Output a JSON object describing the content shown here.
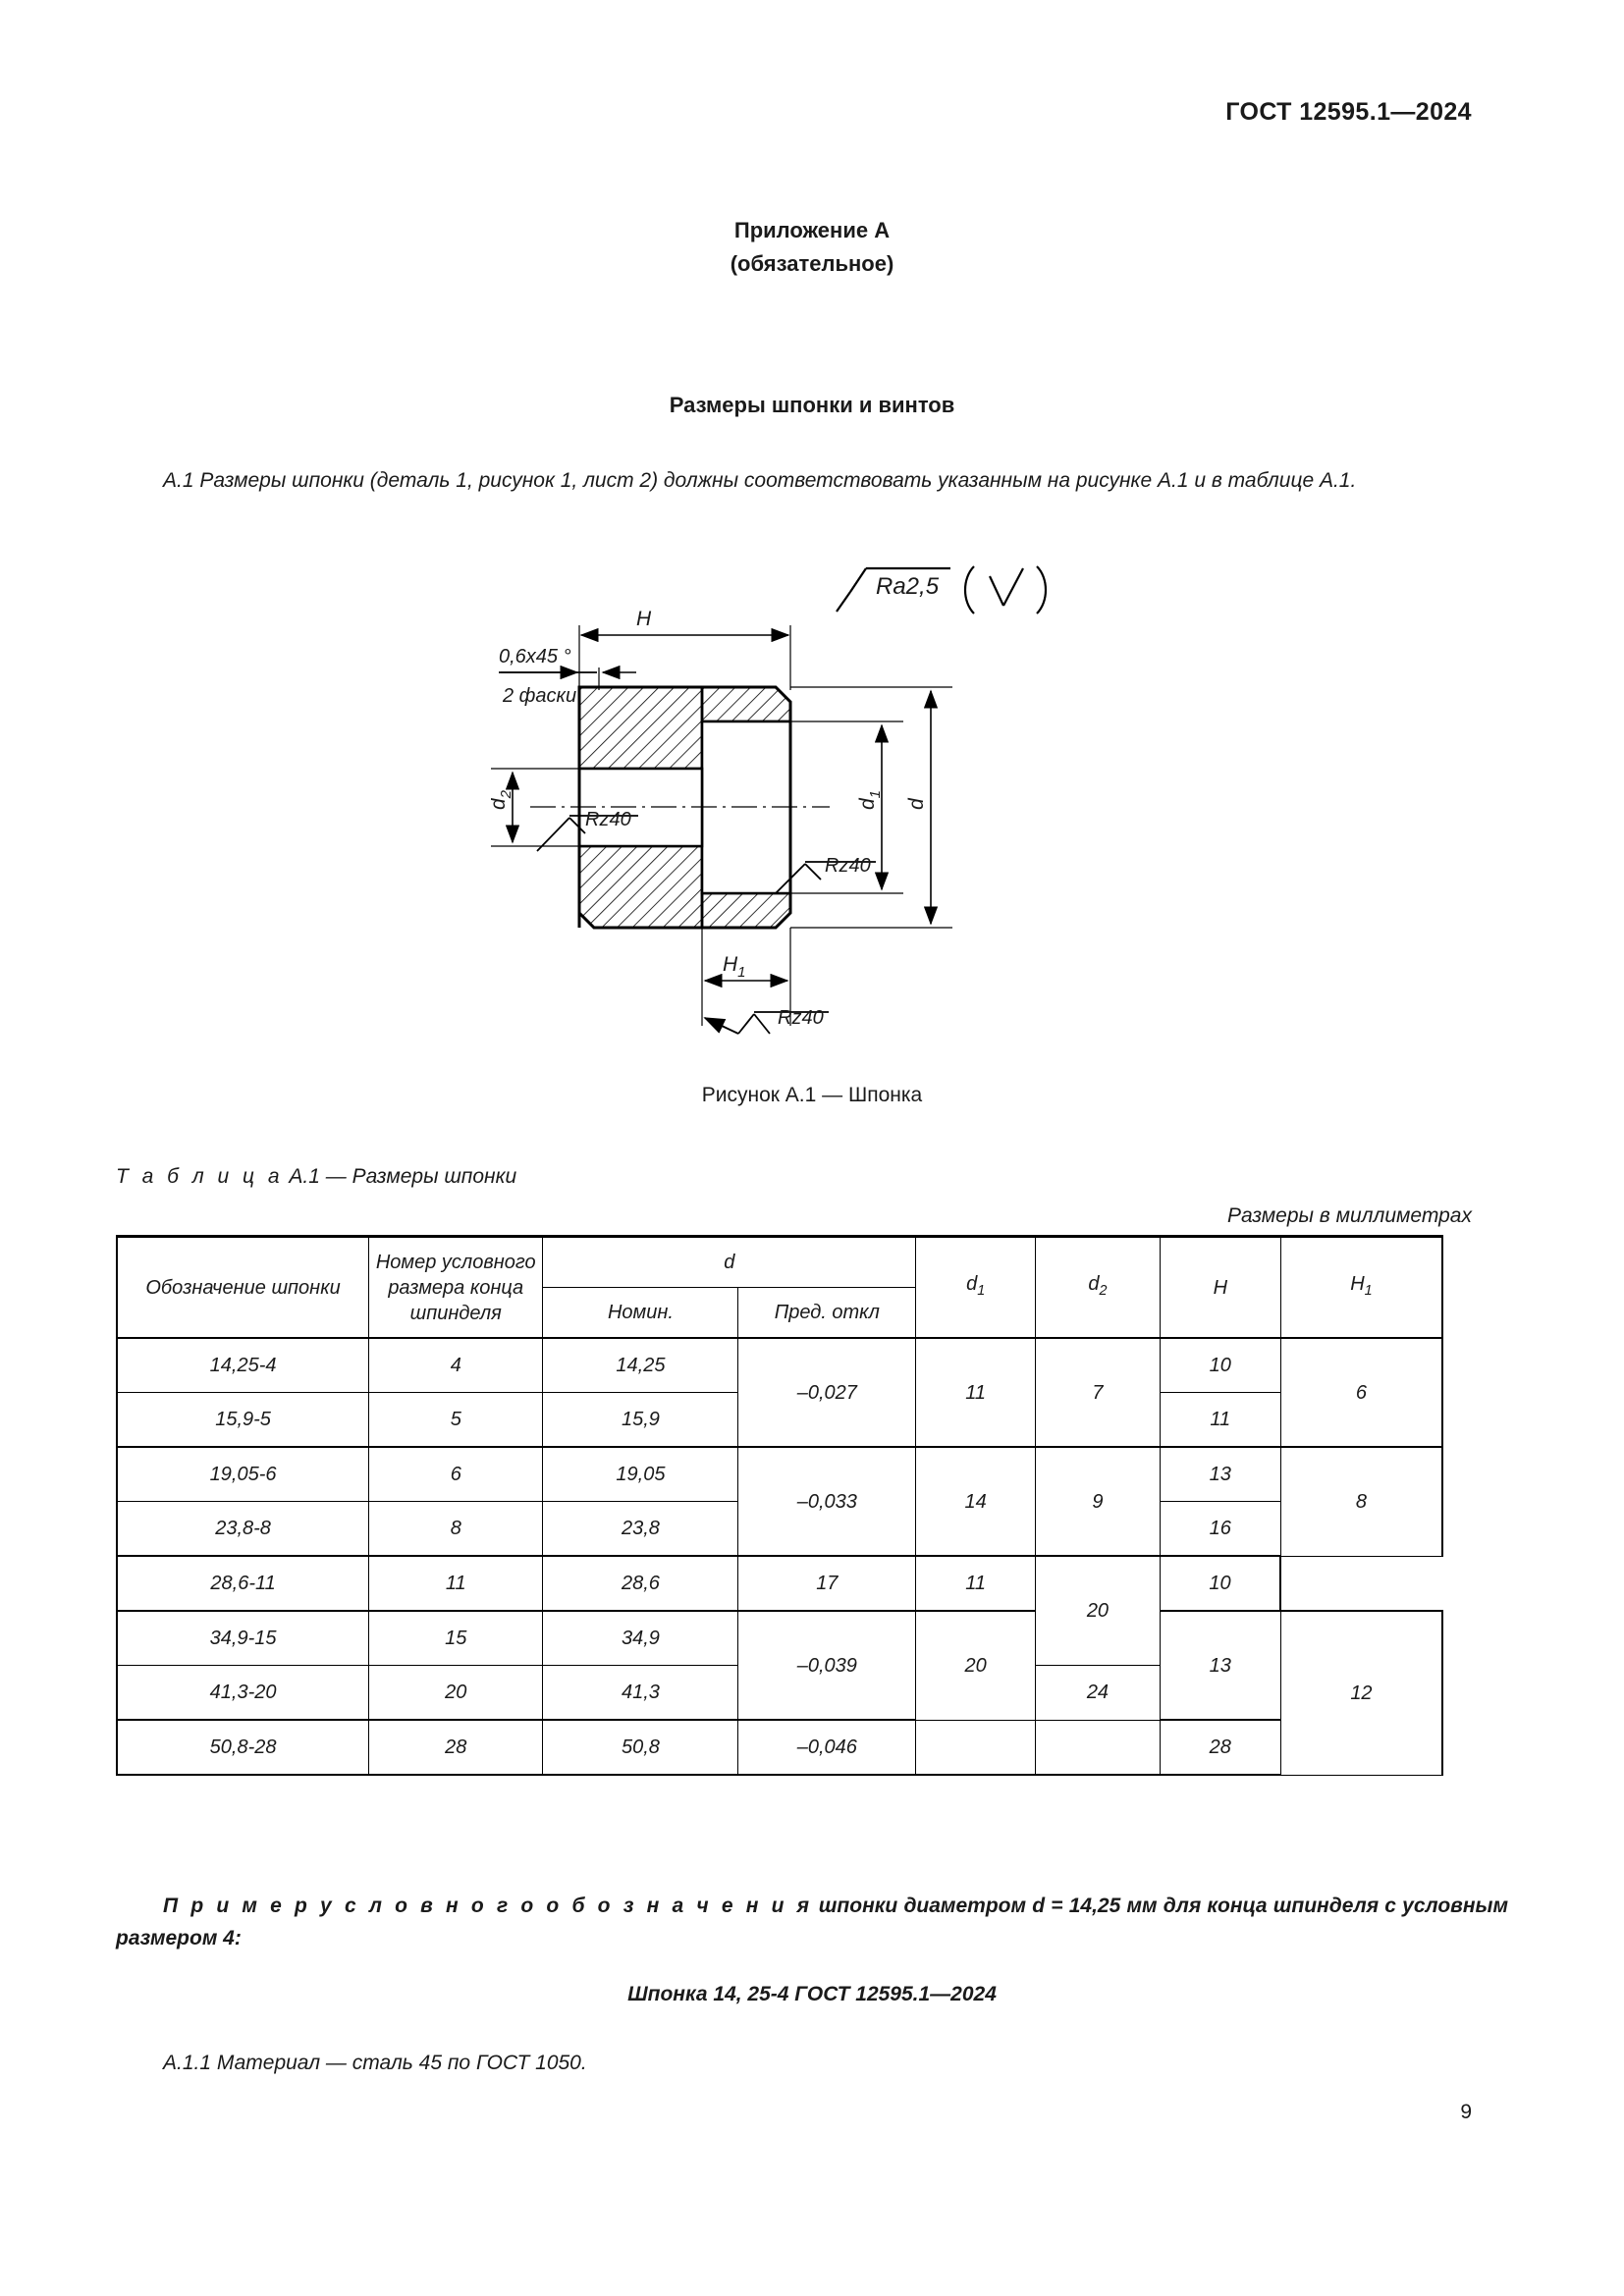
{
  "header": {
    "standard": "ГОСТ 12595.1—2024"
  },
  "appendix": {
    "line1": "Приложение А",
    "line2": "(обязательное)"
  },
  "section_title": "Размеры шпонки и винтов",
  "paragraphs": {
    "a1": "А.1  Размеры шпонки (деталь 1, рисунок 1, лист 2) должны соответствовать указанным на рисунке А.1 и в таблице А.1.",
    "a11": "А.1.1  Материал — сталь 45 по ГОСТ 1050."
  },
  "figure": {
    "caption": "Рисунок А.1 — Шпонка",
    "labels": {
      "roughness_main": "Ra2,5",
      "roughness_rz": "Rz40",
      "chamfer_top": "0,6x45 °",
      "chamfer_bottom": "2 фаски",
      "dim_H": "H",
      "dim_H1": "H",
      "dim_H1_sub": "1",
      "dim_d": "d",
      "dim_d1": "d",
      "dim_d1_sub": "1",
      "dim_d2": "d",
      "dim_d2_sub": "2"
    }
  },
  "table": {
    "caption_prefix": "Т а б л и ц а",
    "caption_rest": "  А.1 — Размеры шпонки",
    "units_note": "Размеры в миллиметрах",
    "headers": {
      "designation": "Обозначение шпонки",
      "spindle_number": "Номер условного размера конца шпинделя",
      "d_group": "d",
      "d_nominal": "Номин.",
      "d_deviation": "Пред. откл",
      "d1": "d",
      "d1_sub": "1",
      "d2": "d",
      "d2_sub": "2",
      "H": "H",
      "H1": "H",
      "H1_sub": "1"
    },
    "rows": [
      {
        "designation": "14,25-4",
        "spindle": "4",
        "nominal": "14,25",
        "deviation": "–0,027",
        "d1": "11",
        "d2": "7",
        "H": "10",
        "H1": "6"
      },
      {
        "designation": "15,9-5",
        "spindle": "5",
        "nominal": "15,9",
        "deviation": "",
        "d1": "",
        "d2": "",
        "H": "11",
        "H1": ""
      },
      {
        "designation": "19,05-6",
        "spindle": "6",
        "nominal": "19,05",
        "deviation": "",
        "d1": "14",
        "d2": "9",
        "H": "13",
        "H1": "8"
      },
      {
        "designation": "23,8-8",
        "spindle": "8",
        "nominal": "23,8",
        "deviation": "–0,033",
        "d1": "",
        "d2": "",
        "H": "16",
        "H1": ""
      },
      {
        "designation": "28,6-11",
        "spindle": "11",
        "nominal": "28,6",
        "deviation": "",
        "d1": "17",
        "d2": "11",
        "H": "20",
        "H1": "10"
      },
      {
        "designation": "34,9-15",
        "spindle": "15",
        "nominal": "34,9",
        "deviation": "–0,039",
        "d1": "",
        "d2": "",
        "H": "",
        "H1": ""
      },
      {
        "designation": "41,3-20",
        "spindle": "20",
        "nominal": "41,3",
        "deviation": "",
        "d1": "20",
        "d2": "13",
        "H": "24",
        "H1": "12"
      },
      {
        "designation": "50,8-28",
        "spindle": "28",
        "nominal": "50,8",
        "deviation": "–0,046",
        "d1": "",
        "d2": "",
        "H": "28",
        "H1": ""
      }
    ]
  },
  "example": {
    "label_spaced": "П р и м е р   у с л о в н о г о   о б о з н а ч е н и я",
    "text": " шпонки диаметром d = 14,25 мм для конца шпинделя с условным размером 4:",
    "designation_line": "Шпонка 14, 25-4 ГОСТ 12595.1—2024"
  },
  "page_number": "9",
  "colors": {
    "ink": "#1a1a1a",
    "line": "#000000",
    "paper": "#ffffff"
  }
}
